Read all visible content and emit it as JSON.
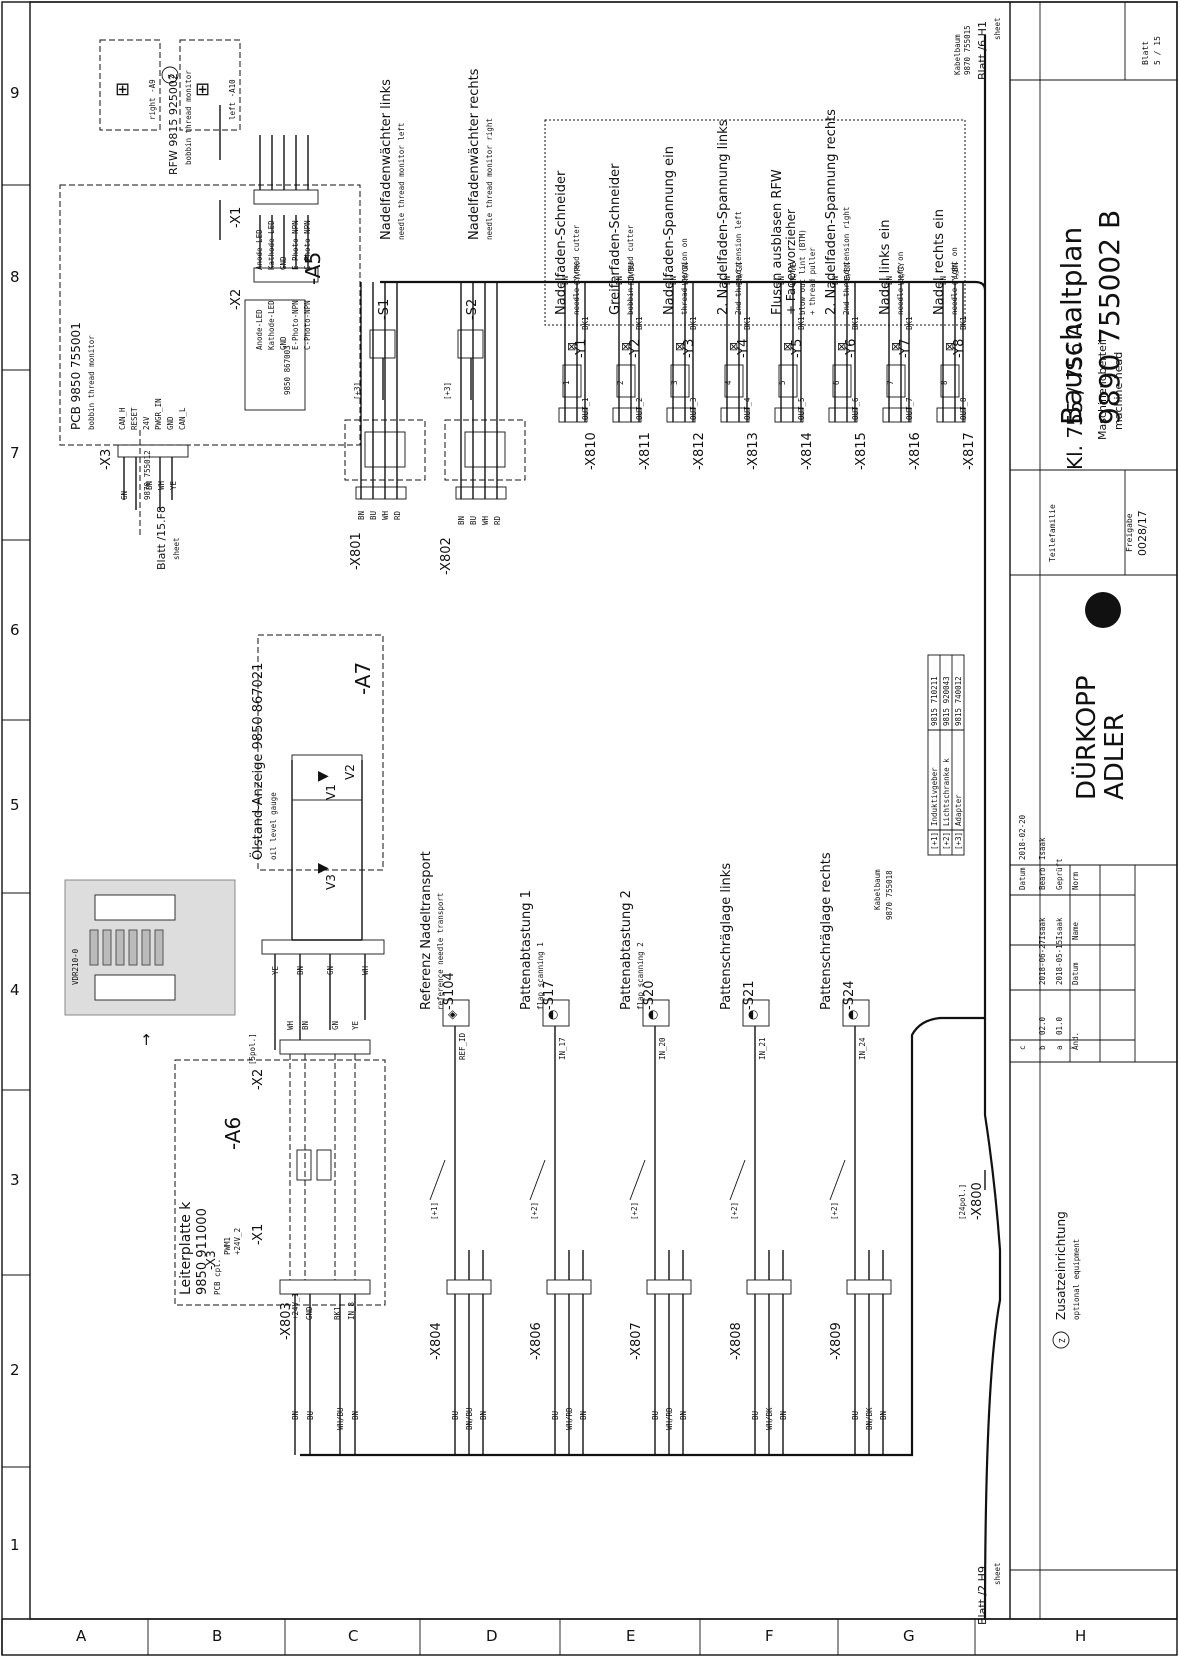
{
  "frame": {
    "row_letters": [
      "A",
      "B",
      "C",
      "D",
      "E",
      "F",
      "G",
      "H"
    ],
    "col_numbers": [
      "1",
      "2",
      "3",
      "4",
      "5",
      "6",
      "7",
      "8",
      "9"
    ]
  },
  "title_block": {
    "title": "Bauschaltplan",
    "drawing_no": "9890  755002 B",
    "sheet_label": "Blatt",
    "sheet_no": "5 / 15",
    "class": "Kl. 755 / 756 A",
    "description": "Maschinenoberteil",
    "description_en": "machine head",
    "company_line1": "DÜRKOPP",
    "company_line2": "ADLER",
    "teilefamilie": "Teilefamilie",
    "freigabe": "Freigabe",
    "freigabe_no": "0028/17",
    "rev_rows": [
      {
        "idx": "c",
        "ver": "",
        "date": "",
        "name": "",
        "field": "Datum",
        "value": "2018-02-20"
      },
      {
        "idx": "b",
        "ver": "02.0",
        "date": "2018-06-27",
        "name": "Isaak",
        "field": "Bearb.",
        "value": "Isaak"
      },
      {
        "idx": "a",
        "ver": "01.0",
        "date": "2018-05-15",
        "name": "Isaak",
        "field": "Geprüft",
        "value": ""
      },
      {
        "idx": "Änd.",
        "ver": "",
        "date": "Datum",
        "name": "Name",
        "field": "Norm",
        "value": ""
      }
    ],
    "optional_label": "Zusatzeinrichtung",
    "optional_label_en": "optional equipment",
    "z_mark": "Z"
  },
  "legend": [
    {
      "key": "[+1]",
      "name": "Induktivgeber",
      "part": "9815 710211"
    },
    {
      "key": "[+2]",
      "name": "Lichtschranke k",
      "part": "9815 920043"
    },
    {
      "key": "[+3]",
      "name": "Adapter",
      "part": "9815 740012"
    }
  ],
  "sheet_refs": {
    "top": "Blatt /6.H1",
    "top_sub": "sheet",
    "bottom": "Blatt /2.H9",
    "bottom_sub": "sheet",
    "left": "Blatt /15.F8",
    "left_sub": "sheet",
    "left_harness": "9870 755012",
    "harness_top_label": "Kabelbaum",
    "harness_top_no": "9870 755015",
    "harness_mid_label": "Kabelbaum",
    "harness_mid_no": "9870 755018"
  },
  "modules": {
    "a5": {
      "tag": "-A5",
      "title": "PCB 9850 755001",
      "sub": "bobbin thread monitor",
      "inner_label": "9850 867003",
      "x1": "-X1",
      "x2": "-X2",
      "x3": "-X3",
      "pins_x1": [
        "Anode-LED",
        "Kathode-LED",
        "GND",
        "E-Photo-NPN",
        "C-Photo-NPN"
      ],
      "pins_x2": [
        "Anode-LED",
        "Kathode-LED",
        "GND",
        "E-Photo-NPN",
        "C-Photo-NPN"
      ],
      "pins_x3": [
        "CAN_H",
        "RESET",
        "24V",
        "PWGR_IN",
        "GND",
        "CAN_L"
      ],
      "wires_x3": [
        "GN",
        "BN",
        "WH",
        "YE"
      ]
    },
    "a9": {
      "tag": "right  -A9"
    },
    "a10": {
      "tag": "left  -A10"
    },
    "rfw": {
      "title": "RFW 9815 925002",
      "sub": "bobbin thread monitor"
    },
    "a7": {
      "tag": "-A7",
      "title": "Ölstand-Anzeige 9850 867021",
      "sub": "oil level gauge",
      "v1": "V1",
      "v2": "V2",
      "v3": "V3",
      "wires": [
        "YE",
        "BN",
        "GN",
        "WH"
      ]
    },
    "a6": {
      "tag": "-A6",
      "title": "Leiterplatte k",
      "part": "9850 911000",
      "sub": "PCB cpl.",
      "x1": "-X1",
      "x2": "-X2",
      "x3": "-X3",
      "pwm": "PWM1",
      "v24": "+24V_2",
      "spol": "[5pol.]",
      "wires_x2": [
        "WH",
        "BN",
        "GN",
        "YE"
      ]
    }
  },
  "needle_monitors": [
    {
      "tag": "-S1",
      "title": "Nadelfadenwächter links",
      "sub": "needle thread monitor left",
      "conn": "-X801",
      "adapter": "[+3]",
      "wires": [
        "BN",
        "BU",
        "WH",
        "RD"
      ]
    },
    {
      "tag": "-S2",
      "title": "Nadelfadenwächter rechts",
      "sub": "needle thread monitor right",
      "conn": "-X802",
      "adapter": "[+3]",
      "wires": [
        "BN",
        "BU",
        "WH",
        "RD"
      ]
    }
  ],
  "valves": [
    {
      "tag": "-Y1",
      "conn": "-X810",
      "out": "OUT_1",
      "wires": [
        "BN",
        "GY/PK",
        "BK1"
      ],
      "title": "Nadelfaden-Schneider",
      "sub": "needle thread cutter"
    },
    {
      "tag": "-Y2",
      "conn": "-X811",
      "out": "OUT_2",
      "wires": [
        "BN",
        "RD/BU",
        "BK1"
      ],
      "title": "Greiferfaden-Schneider",
      "sub": "bobbin thread cutter"
    },
    {
      "tag": "-Y3",
      "conn": "-X812",
      "out": "OUT_3",
      "wires": [
        "BN",
        "WH/GN",
        "BK1"
      ],
      "title": "Nadelfaden-Spannung ein",
      "sub": "thread tension on"
    },
    {
      "tag": "-Y4",
      "conn": "-X813",
      "out": "OUT_4",
      "wires": [
        "BN",
        "BN/GN",
        "BK1"
      ],
      "title": "2. Nadelfaden-Spannung links",
      "sub": "2nd thread tension left"
    },
    {
      "tag": "-Y5",
      "conn": "-X814",
      "out": "OUT_5",
      "wires": [
        "BN",
        "WH/YE",
        "BK1"
      ],
      "title": "Flusen ausblasen RFW",
      "title2": "+ Fadenvorzieher",
      "sub": "blow out lint (BTM)",
      "sub2": "+ thread puller"
    },
    {
      "tag": "-Y6",
      "conn": "-X815",
      "out": "OUT_6",
      "wires": [
        "BN",
        "YE/BN",
        "BK1"
      ],
      "title": "2. Nadelfaden-Spannung rechts",
      "sub": "2nd thread tension right"
    },
    {
      "tag": "-Y7",
      "conn": "-X816",
      "out": "OUT_7",
      "wires": [
        "BN",
        "WH/GY",
        "BK1"
      ],
      "title": "Nadel links ein",
      "sub": "needle left on"
    },
    {
      "tag": "-Y8",
      "conn": "-X817",
      "out": "OUT_8",
      "wires": [
        "BN",
        "GY/BN",
        "BK1"
      ],
      "title": "Nadel rechts ein",
      "sub": "needle right on"
    }
  ],
  "sensors": [
    {
      "tag": "-S104",
      "conn": "-X804",
      "in": "REF_ID",
      "key": "[+1]",
      "title": "Referenz Nadeltransport",
      "sub": "reference needle transport",
      "wires": [
        "BU",
        "BN/BU",
        "BN"
      ]
    },
    {
      "tag": "-S17",
      "conn": "-X806",
      "in": "IN_17",
      "key": "[+2]",
      "title": "Pattenabtastung 1",
      "sub": "flap scanning 1",
      "wires": [
        "BU",
        "WH/RD",
        "BN"
      ]
    },
    {
      "tag": "-S20",
      "conn": "-X807",
      "in": "IN_20",
      "key": "[+2]",
      "title": "Pattenabtastung 2",
      "sub": "flap scanning 2",
      "wires": [
        "BU",
        "WH/RD",
        "BN"
      ]
    },
    {
      "tag": "-S21",
      "conn": "-X808",
      "in": "IN_21",
      "key": "[+2]",
      "title": "Pattenschräglage links",
      "sub": "",
      "wires": [
        "BU",
        "WH/BK",
        "BN"
      ]
    },
    {
      "tag": "-S24",
      "conn": "-X809",
      "in": "IN_24",
      "key": "[+2]",
      "title": "Pattenschräglage rechts",
      "sub": "",
      "wires": [
        "BU",
        "BN/BK",
        "BN"
      ]
    }
  ],
  "x803": {
    "tag": "-X803",
    "pins": [
      "+24V_1",
      "GND",
      "BK1",
      "IN_8"
    ],
    "wires": [
      "BN",
      "BU",
      "WH/BU",
      "BN"
    ]
  },
  "x800": {
    "tag": "-X800",
    "spol": "[24pol.]"
  },
  "photo": {
    "board_label": "VDR210-0"
  }
}
